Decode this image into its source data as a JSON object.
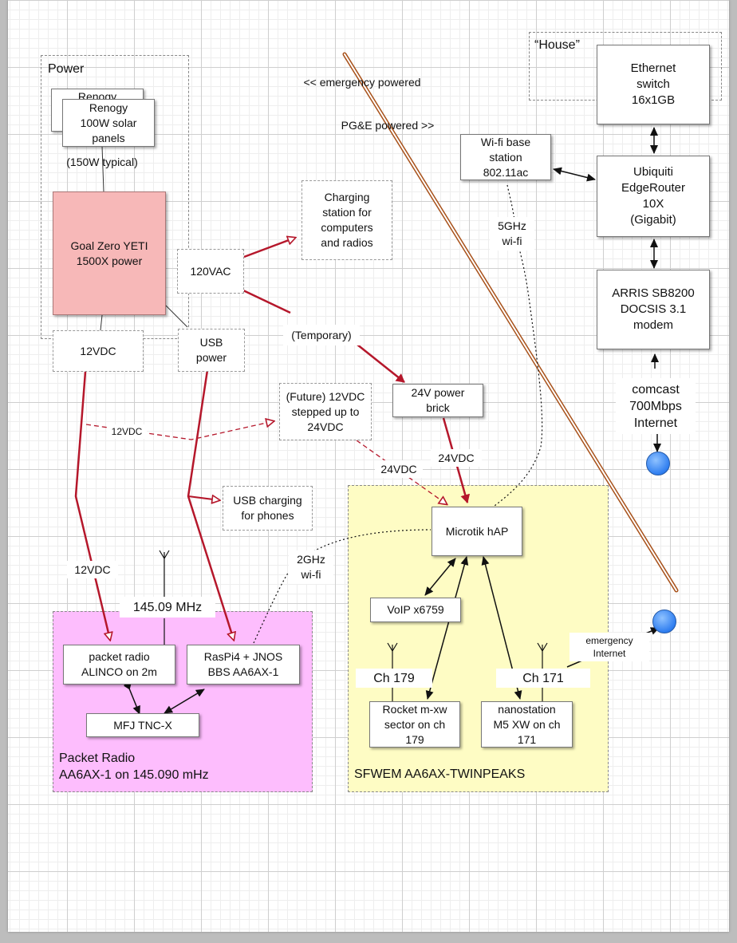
{
  "regions": {
    "power": {
      "label": "Power"
    },
    "house": {
      "label": "“House”"
    },
    "packet": {
      "label": "Packet Radio\nAA6AX-1 on 145.090 mHz"
    },
    "sfwem": {
      "label": "SFWEM AA6AX-TWINPEAKS"
    }
  },
  "boxes": {
    "renogy_back": "Renogy",
    "renogy_front": "Renogy\n100W solar\npanels",
    "yeti": "Goal Zero YETI\n1500X power",
    "ethernet_switch": "Ethernet\nswitch\n16x1GB",
    "wifi_base": "Wi-fi base\nstation\n802.11ac",
    "edgerouter": "Ubiquiti\nEdgeRouter\n10X\n(Gigabit)",
    "modem": "ARRIS SB8200\nDOCSIS 3.1\nmodem",
    "power_brick": "24V power\nbrick",
    "microtik": "Microtik hAP",
    "voip": "VoIP x6759",
    "rocket": "Rocket m-xw\nsector on ch\n179",
    "nanostation": "nanostation\nM5 XW on ch\n171",
    "packet_radio": "packet radio\nALINCO on 2m",
    "raspi": "RasPi4 + JNOS\nBBS AA6AX-1",
    "tnc": "MFJ TNC-X"
  },
  "notes": {
    "charging_station": "Charging\nstation for\ncomputers\nand radios",
    "usb_power": "USB\npower",
    "dc12": "12VDC",
    "future_step": "(Future) 12VDC\nstepped up to\n24VDC",
    "usb_charging": "USB charging\nfor phones"
  },
  "labels": {
    "emergency_powered": "<< emergency powered",
    "pge_powered": "PG&E powered >>",
    "typical_150w": "(150W typical)",
    "vac120": "120VAC",
    "temporary": "(Temporary)",
    "dc12_dashed": "12VDC",
    "dc24_dashed": "24VDC",
    "dc24_solid": "24VDC",
    "dc12_lower": "12VDC",
    "wifi_5ghz": "5GHz\nwi-fi",
    "wifi_2ghz": "2GHz\nwi-fi",
    "comcast": "comcast\n700Mbps\nInternet",
    "freq_14509": "145.09 MHz",
    "ch179": "Ch 179",
    "ch171": "Ch 171",
    "emergency_internet": "emergency\nInternet"
  },
  "colors": {
    "power_line": "#b5172b",
    "divider_line": "#a8521b",
    "packet_region_fill": "#fdbdfd",
    "sfwem_region_fill": "#fefcc4",
    "yeti_fill": "#f7b8b8",
    "globe": "#2f7ef0"
  }
}
